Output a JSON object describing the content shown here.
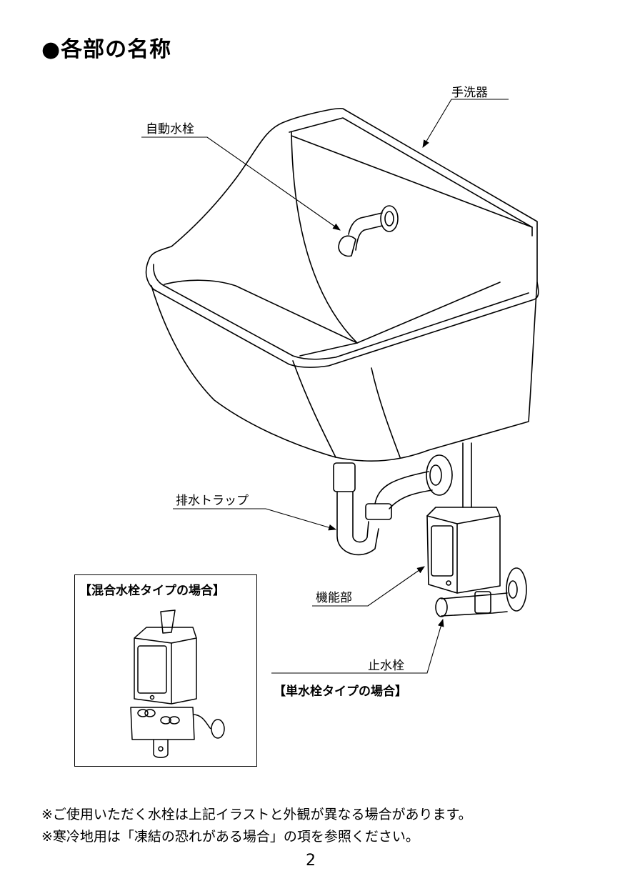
{
  "title": "●各部の名称",
  "labels": {
    "hand_washer": "手洗器",
    "auto_faucet": "自動水栓",
    "drain_trap": "排水トラップ",
    "function_unit": "機能部",
    "stop_valve": "止水栓",
    "single_valve_type": "【単水栓タイプの場合】",
    "mixing_valve_type": "【混合水栓タイプの場合】"
  },
  "notes": [
    "※ご使用いただく水栓は上記イラストと外観が異なる場合があります。",
    "※寒冷地用は「凍結の恐れがある場合」の項を参照ください。"
  ],
  "page_number": "2"
}
